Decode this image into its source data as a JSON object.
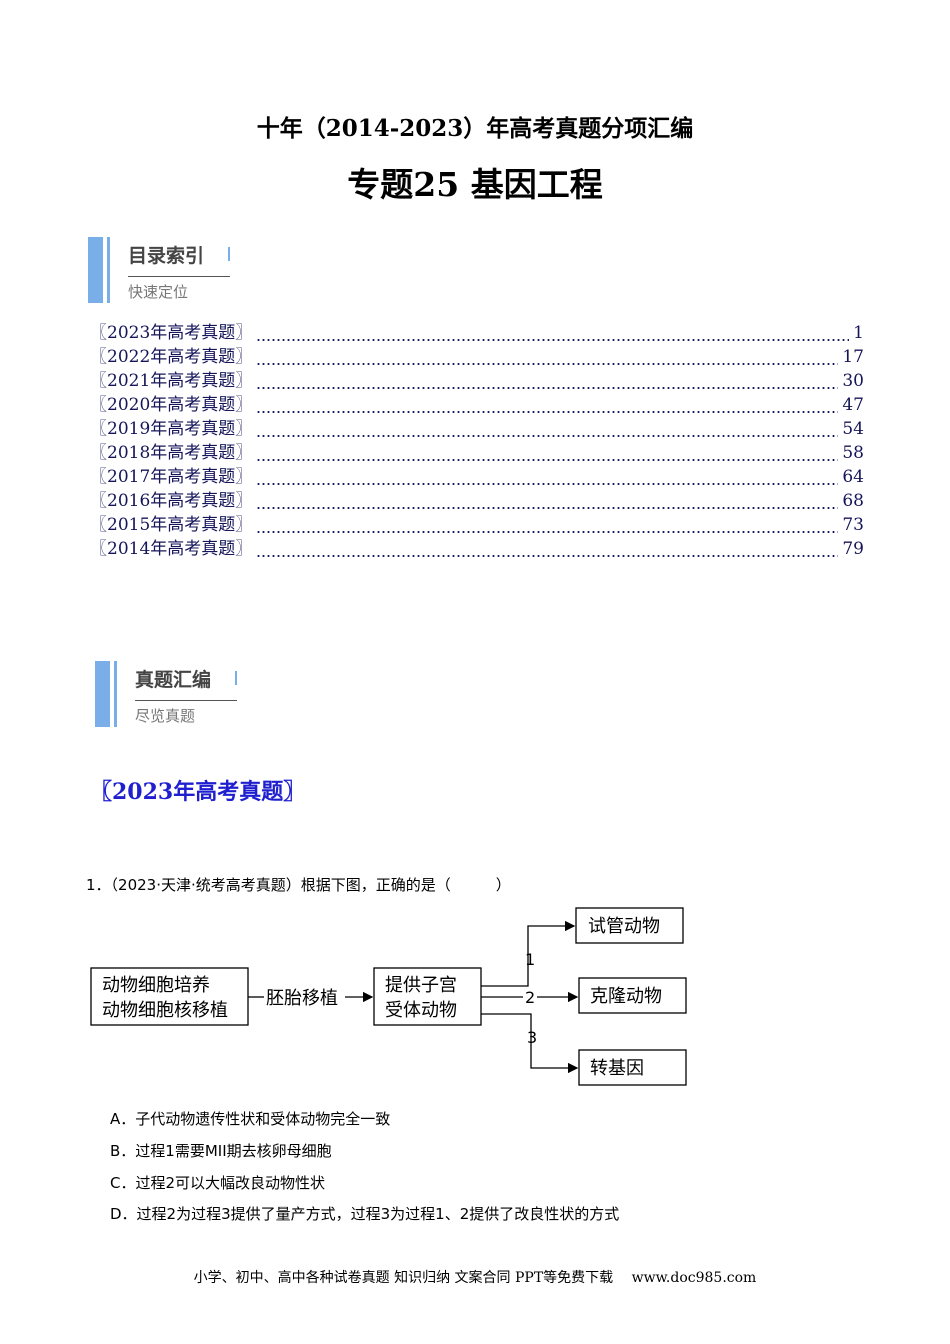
{
  "title": "十年（2014-2023）年高考真题分项汇编",
  "subtitle": "专题25  基因工程",
  "toc_header": {
    "title": "目录索引",
    "sub": "快速定位"
  },
  "toc": [
    {
      "label": "〖2023年高考真题〗",
      "page": "1"
    },
    {
      "label": "〖2022年高考真题〗",
      "page": "17"
    },
    {
      "label": "〖2021年高考真题〗",
      "page": "30"
    },
    {
      "label": "〖2020年高考真题〗",
      "page": "47"
    },
    {
      "label": "〖2019年高考真题〗",
      "page": "54"
    },
    {
      "label": "〖2018年高考真题〗",
      "page": "58"
    },
    {
      "label": "〖2017年高考真题〗",
      "page": "64"
    },
    {
      "label": "〖2016年高考真题〗",
      "page": "68"
    },
    {
      "label": "〖2015年高考真题〗",
      "page": "73"
    },
    {
      "label": "〖2014年高考真题〗",
      "page": "79"
    }
  ],
  "section_header": {
    "title": "真题汇编",
    "sub": "尽览真题"
  },
  "section_title": "〖2023年高考真题〗",
  "question": {
    "stem": "1．（2023·天津·统考高考真题）根据下图，正确的是（　　　）",
    "diagram": {
      "box1_line1": "动物细胞培养",
      "box1_line2": "动物细胞核移植",
      "arrow_label": "胚胎移植",
      "box2_line1": "提供子宫",
      "box2_line2": "受体动物",
      "out1": "试管动物",
      "out2": "克隆动物",
      "out3": "转基因",
      "n1": "1",
      "n2": "2",
      "n3": "3"
    },
    "options": [
      "A．子代动物遗传性状和受体动物完全一致",
      "B．过程1需要MII期去核卵母细胞",
      "C．过程2可以大幅改良动物性状",
      "D．过程2为过程3提供了量产方式，过程3为过程1、2提供了改良性状的方式"
    ]
  },
  "footer": "小学、初中、高中各种试卷真题  知识归纳  文案合同  PPT等免费下载　 www.doc985.com"
}
